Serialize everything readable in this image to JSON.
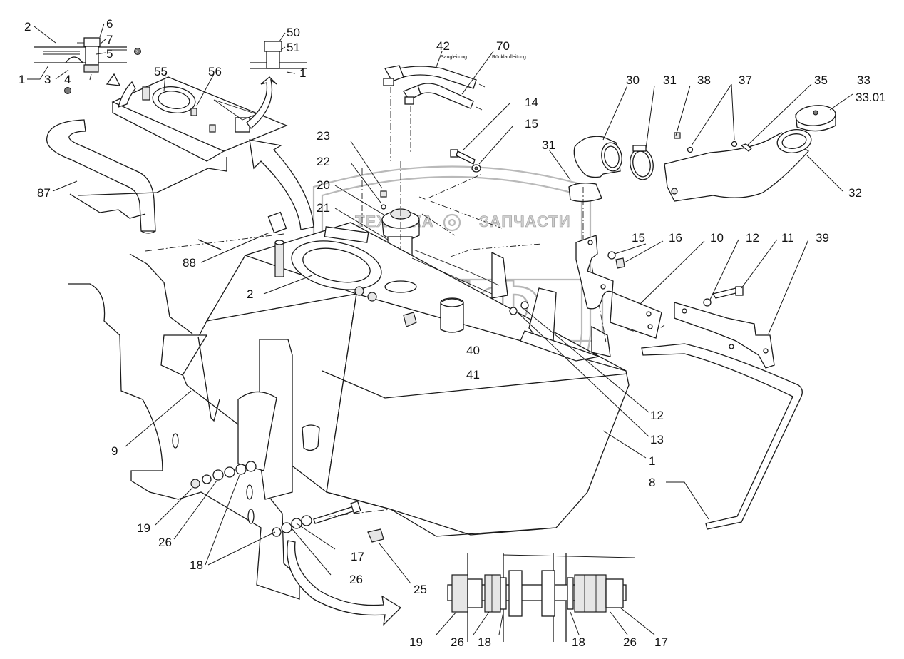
{
  "diagram": {
    "labels": {
      "l2_top": "2",
      "l6": "6",
      "l7": "7",
      "l5": "5",
      "l1_left": "1",
      "l3": "3",
      "l4": "4",
      "l50": "50",
      "l51": "51",
      "l1_topmid": "1",
      "l55": "55",
      "l56": "56",
      "l42": "42",
      "l70": "70",
      "l30": "30",
      "l31_top": "31",
      "l38": "38",
      "l37": "37",
      "l35": "35",
      "l33": "33",
      "l33_01": "33.01",
      "l14": "14",
      "l15_top": "15",
      "l31_mid": "31",
      "l32": "32",
      "l23": "23",
      "l22": "22",
      "l20": "20",
      "l21": "21",
      "l87": "87",
      "l88": "88",
      "l2_mid": "2",
      "l15_right": "15",
      "l16": "16",
      "l10": "10",
      "l12_top": "12",
      "l11": "11",
      "l39": "39",
      "l40": "40",
      "l41": "41",
      "l12_bottom": "12",
      "l13": "13",
      "l1_right": "1",
      "l8": "8",
      "l9": "9",
      "l19_left": "19",
      "l26_left": "26",
      "l18_left": "18",
      "l17_mid": "17",
      "l26_mid": "26",
      "l25": "25",
      "l19_bottom": "19",
      "l26_b1": "26",
      "l18_b1": "18",
      "l18_b2": "18",
      "l26_b2": "26",
      "l17_bottom": "17"
    },
    "notes": {
      "sauglei": "Saugleitung",
      "ruecklauf": "Rücklaufleitung",
      "circle2": "2"
    },
    "watermark": {
      "left": "ТЕХНИКА",
      "right": "ЗАПЧАСТИ",
      "monogram": "ЭПФ"
    }
  }
}
